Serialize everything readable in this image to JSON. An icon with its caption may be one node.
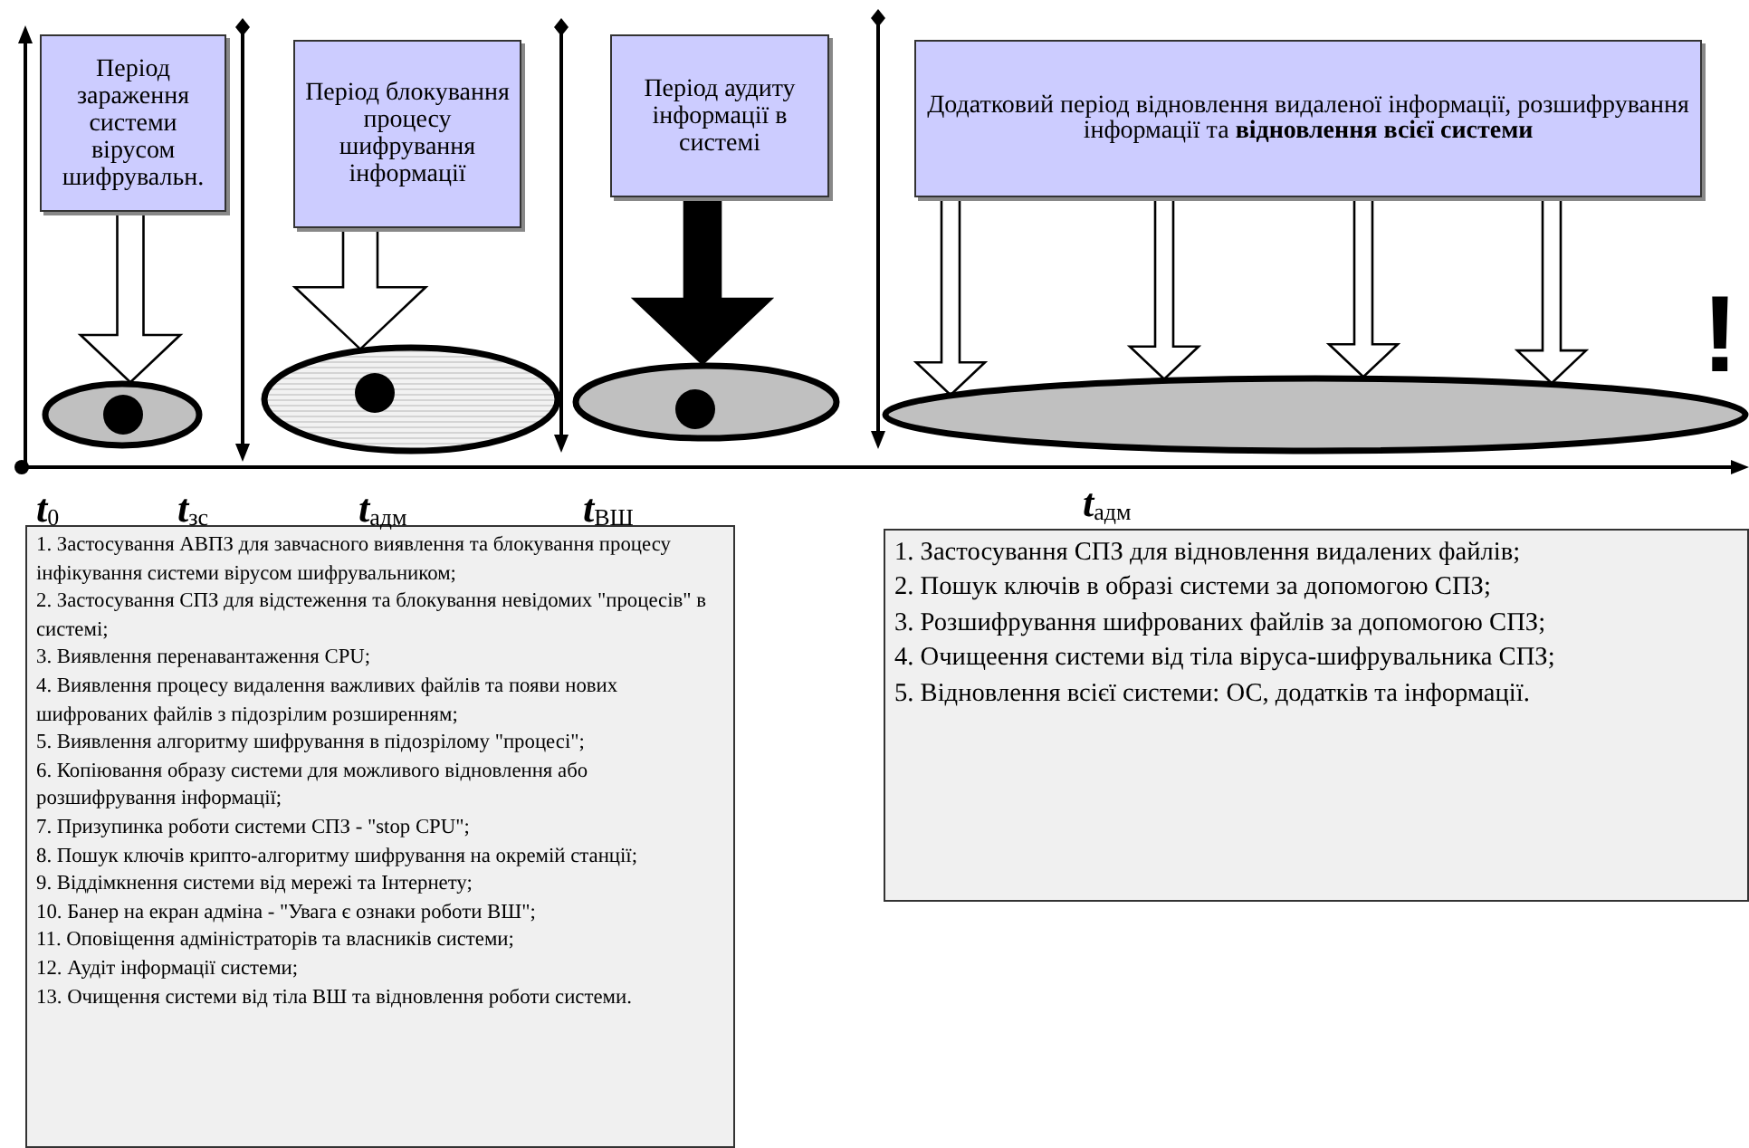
{
  "diagram": {
    "nodes": [
      {
        "text": [
          "Період зараження системи вірусом шифрувальн."
        ]
      },
      {
        "text": [
          "Період блокування процесу шифрування інформації"
        ]
      },
      {
        "text": [
          "Період аудиту інформації в системі"
        ]
      },
      {
        "text": [
          "Додатковий період відновлення видаленої інформації, розшифрування інформації та **відновлення всієї системи**"
        ]
      },
      {
        "text": [],
        "shape": "ellipse"
      },
      {
        "text": [],
        "shape": "ellipse"
      },
      {
        "text": [],
        "shape": "ellipse"
      },
      {
        "text": [],
        "shape": "ellipse"
      },
      {
        "text": [
          "1. Застосування АВПЗ для завчасного виявлення та блокування процесу інфікування системи вірусом шифрувальником;",
          "2. Застосування СПЗ для відстеження та блокування невідомих \"процесів\" в системі;",
          "3. Виявлення перенавантаження CPU;",
          "4. Виявлення процесу видалення важливих файлів та появи нових шифрованих файлів з підозрілим розширенням;",
          "5. Виявлення алгоритму шифрування в підозрілому \"процесі\";",
          "6. Копіювання образу системи для можливого відновлення або розшифрування інформації;",
          "7. Призупинка роботи системи СПЗ - \"stop CPU\";",
          "8. Пошук ключів крипто-алгоритму шифрування на окремій станції;",
          "9. Віддімкнення системи від мережі та Інтернету;",
          "10. Банер на екран адміна - \"Увага є ознаки роботи ВШ\";",
          "11. Оповіщення адміністраторів та власників системи;",
          "12. Аудіт інформації системи;",
          "13. Очищення системи від тіла ВШ та відновлення роботи системи."
        ]
      },
      {
        "text": [
          "1. Застосування СПЗ для відновлення видалених файлів;",
          "2. Пошук ключів в образі системи за допомогою СПЗ;",
          "3. Розшифрування шифрованих файлів за допомогою СПЗ;",
          "4. Очищеення системи від тіла віруса-шифрувальника СПЗ;",
          "5. Відновлення всієї системи: ОС, додатків та інформації."
        ]
      }
    ],
    "edges": [
      {
        "from": 0,
        "to": 4,
        "arrow": "to"
      },
      {
        "from": 1,
        "to": 5,
        "arrow": "to"
      },
      {
        "from": 2,
        "to": 6,
        "arrow": "to",
        "style": "thick"
      },
      {
        "from": 3,
        "to": 7,
        "arrow": "to"
      },
      {
        "from": 3,
        "to": 7,
        "arrow": "to"
      },
      {
        "from": 3,
        "to": 7,
        "arrow": "to"
      },
      {
        "from": 3,
        "to": 7,
        "arrow": "to"
      }
    ],
    "labels": [
      "!",
      "*t*$_{0}$",
      "*t*$_{зс}$",
      "*t*$_{адм}$",
      "*t*$_{ВШ}$",
      "*t*$_{адм}$"
    ]
  }
}
